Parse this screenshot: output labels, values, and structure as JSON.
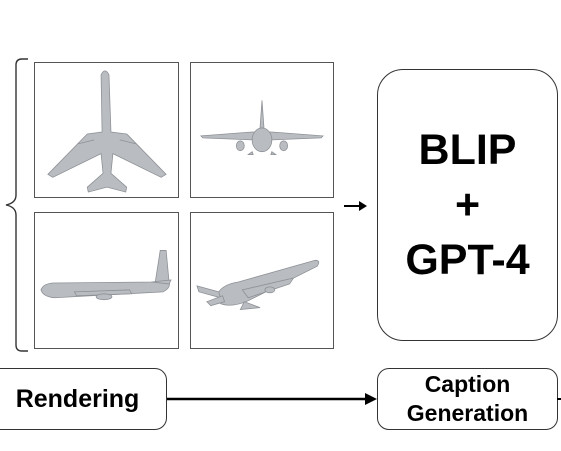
{
  "diagram": {
    "rendered_views": [
      {
        "view": "top view",
        "icon": "airplane-top-view"
      },
      {
        "view": "front view",
        "icon": "airplane-front-view"
      },
      {
        "view": "side view",
        "icon": "airplane-side-view"
      },
      {
        "view": "perspective view",
        "icon": "airplane-perspective-view"
      }
    ],
    "model_box": {
      "line1": "BLIP",
      "line2": "+",
      "line3": "GPT-4"
    },
    "stages": {
      "rendering": "Rendering",
      "caption_line1": "Caption",
      "caption_line2": "Generation"
    },
    "colors": {
      "airplane_fill": "#b9bcc0",
      "airplane_shade": "#8d9196",
      "border": "#333333"
    }
  }
}
